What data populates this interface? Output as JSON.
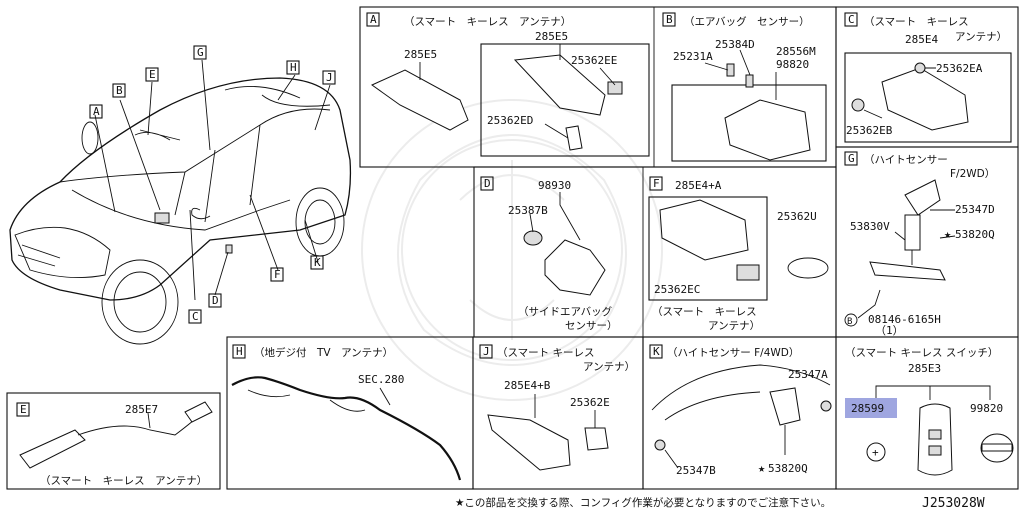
{
  "diagram_id": "J253028W",
  "footnote": "★この部品を交換する際、コンフィグ作業が必要となりますのでご注意下さい。",
  "overview_labels": [
    "A",
    "B",
    "E",
    "G",
    "H",
    "J",
    "C",
    "D",
    "F",
    "K"
  ],
  "panels": {
    "A": {
      "letter": "A",
      "title": "（スマート　キーレス　アンテナ）",
      "parts": [
        "285E5",
        "285E5",
        "25362EE",
        "25362ED"
      ]
    },
    "B": {
      "letter": "B",
      "title": "（エアバッグ　センサー）",
      "parts": [
        "25384D",
        "25231A",
        "28556M",
        "98820"
      ]
    },
    "C": {
      "letter": "C",
      "title": "（スマート　キーレス",
      "title2": "アンテナ）",
      "parts": [
        "285E4",
        "25362EA",
        "25362EB"
      ]
    },
    "D": {
      "letter": "D",
      "title": "（サイドエアバッグ",
      "title2": "センサー）",
      "parts": [
        "98930",
        "25387B"
      ]
    },
    "F": {
      "letter": "F",
      "title": "（スマート　キーレス",
      "title2": "アンテナ）",
      "parts": [
        "285E4+A",
        "25362EC",
        "25362U"
      ]
    },
    "G": {
      "letter": "G",
      "title": "（ハイトセンサー",
      "title2": "F/2WD）",
      "parts": [
        "25347D",
        "53830V",
        "53820Q",
        "08146-6165H",
        "（1）"
      ]
    },
    "E": {
      "letter": "E",
      "title": "（スマート　キーレス　アンテナ）",
      "parts": [
        "285E7"
      ]
    },
    "H": {
      "letter": "H",
      "title": "（地デジ付　TV　アンテナ）",
      "parts": [
        "SEC.280"
      ]
    },
    "J": {
      "letter": "J",
      "title": "（スマート キーレス",
      "title2": "アンテナ）",
      "parts": [
        "285E4+B",
        "25362E"
      ]
    },
    "K": {
      "letter": "K",
      "title": "（ハイトセンサー F/4WD）",
      "parts": [
        "25347A",
        "25347B",
        "53820Q"
      ]
    },
    "SW": {
      "title": "（スマート キーレス スイッチ）",
      "parts": [
        "285E3",
        "28599",
        "99820"
      ]
    }
  }
}
